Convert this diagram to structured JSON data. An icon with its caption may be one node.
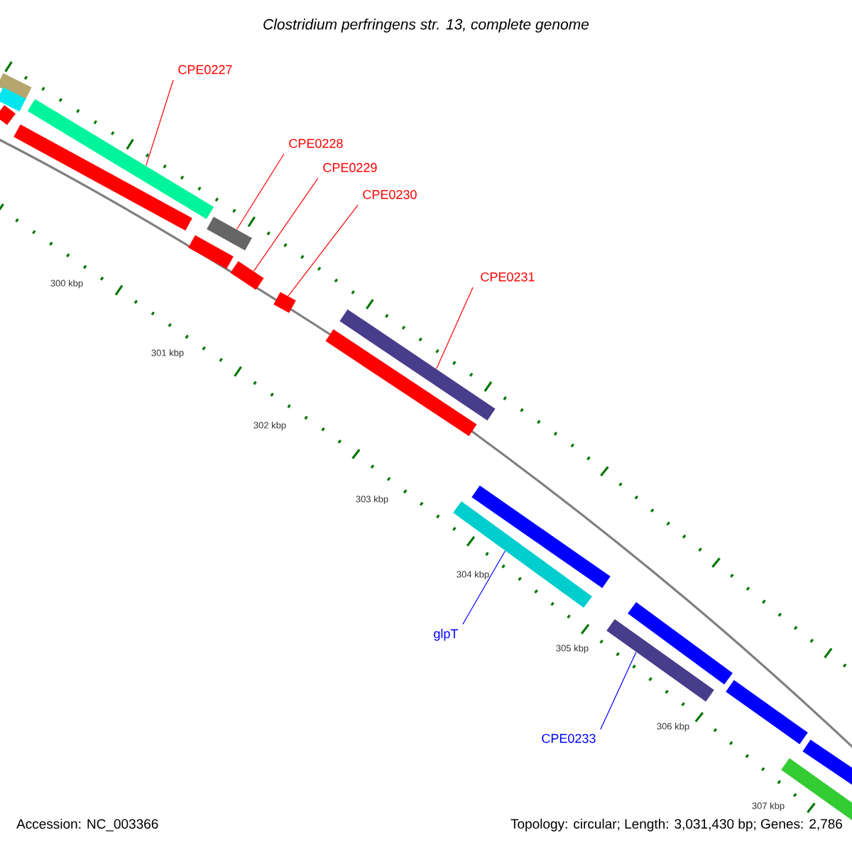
{
  "diagram": {
    "title": "Clostridium perfringens str. 13, complete genome",
    "nodes": [
      {
        "text": [
          "CPE0227"
        ]
      },
      {
        "text": [
          "CPE0228"
        ]
      },
      {
        "text": [
          "CPE0229"
        ]
      },
      {
        "text": [
          "CPE0230"
        ]
      },
      {
        "text": [
          "CPE0231"
        ]
      },
      {
        "text": [
          "glpT"
        ]
      },
      {
        "text": [
          "CPE0233"
        ]
      },
      {
        "text": [],
        "shape": "bar"
      },
      {
        "text": [],
        "shape": "bar"
      },
      {
        "text": [],
        "shape": "bar"
      },
      {
        "text": [],
        "shape": "bar"
      },
      {
        "text": [],
        "shape": "bar"
      },
      {
        "text": [],
        "shape": "bar"
      },
      {
        "text": [],
        "shape": "bar"
      }
    ],
    "edges": [
      {
        "from": 0,
        "to": 7,
        "arrow": "none"
      },
      {
        "from": 1,
        "to": 8,
        "arrow": "none"
      },
      {
        "from": 2,
        "to": 9,
        "arrow": "none"
      },
      {
        "from": 3,
        "to": 10,
        "arrow": "none"
      },
      {
        "from": 4,
        "to": 11,
        "arrow": "none"
      },
      {
        "from": 5,
        "to": 12,
        "arrow": "none",
        "color": "#0000ff"
      },
      {
        "from": 6,
        "to": 13,
        "arrow": "none",
        "color": "#0000ff"
      }
    ],
    "labels": [
      "300 kbp",
      "301 kbp",
      "302 kbp",
      "303 kbp",
      "304 kbp",
      "305 kbp",
      "306 kbp",
      "307 kbp",
      "Accession: NC_003366",
      "Topology: circular; Length: 3,031,430 bp; Genes: 2,786"
    ]
  }
}
